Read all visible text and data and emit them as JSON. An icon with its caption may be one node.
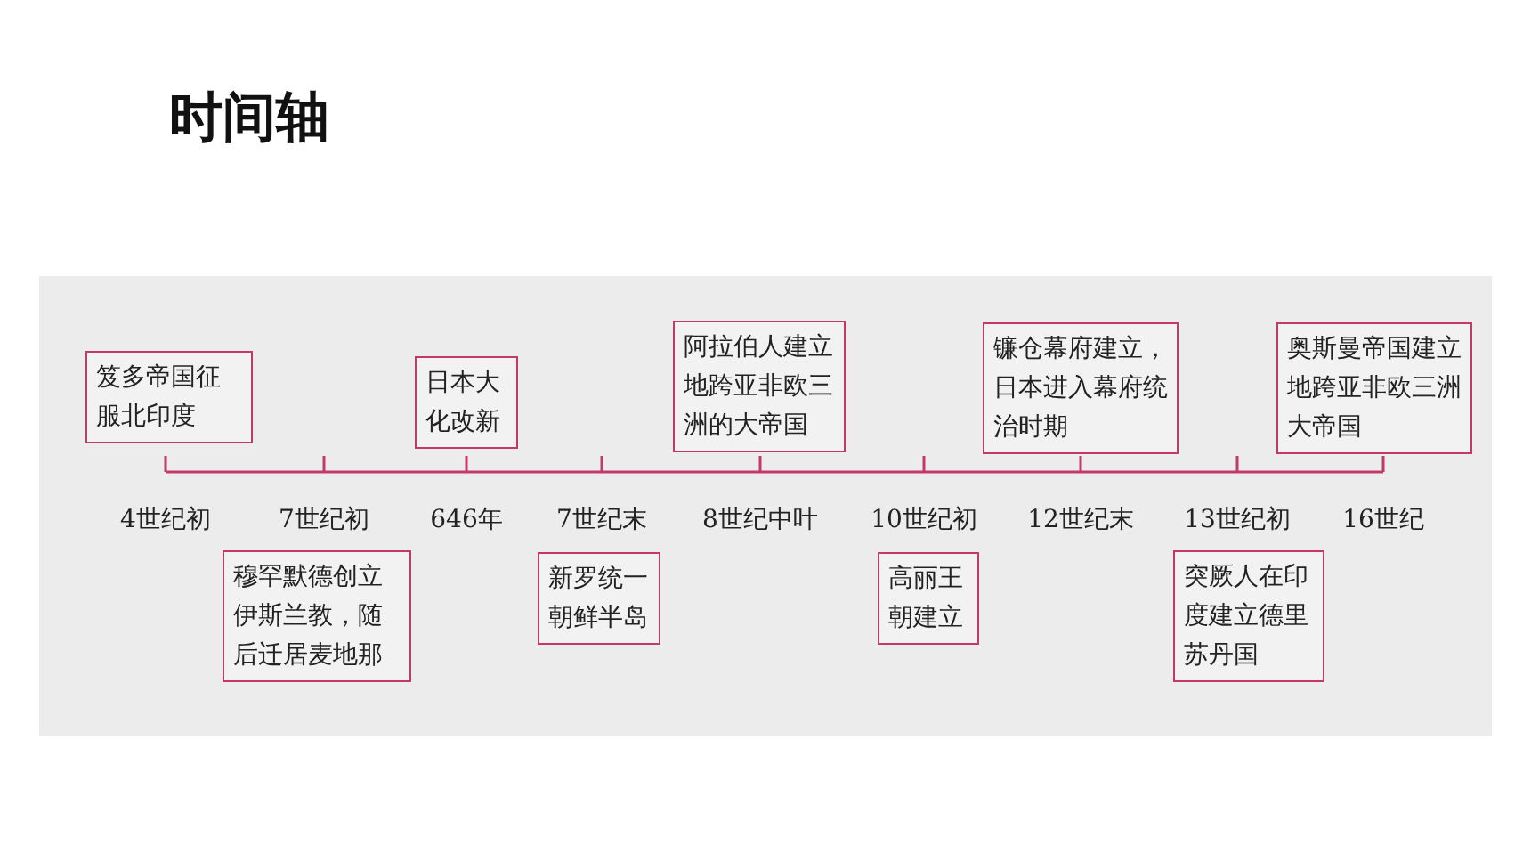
{
  "diagram": {
    "title": "时间轴",
    "nodes": [
      {
        "text": [
          "笈多帝国征服北印度"
        ]
      },
      {
        "text": [
          "日本大化改新"
        ]
      },
      {
        "text": [
          "阿拉伯人建立地跨亚非欧三洲的大帝国"
        ]
      },
      {
        "text": [
          "镰仓幕府建立，日本进入幕府统治时期"
        ]
      },
      {
        "text": [
          "奥斯曼帝国建立地跨亚非欧三洲大帝国"
        ]
      },
      {
        "text": [
          "穆罕默德创立伊斯兰教，随后迁居麦地那"
        ]
      },
      {
        "text": [
          "新罗统一朝鲜半岛"
        ]
      },
      {
        "text": [
          "高丽王朝建立"
        ]
      },
      {
        "text": [
          "突厥人在印度建立德里苏丹国"
        ]
      }
    ],
    "labels": [
      "4世纪初",
      "7世纪初",
      "646年",
      "7世纪末",
      "8世纪中叶",
      "10世纪初",
      "12世纪末",
      "13世纪初",
      "16世纪"
    ]
  }
}
